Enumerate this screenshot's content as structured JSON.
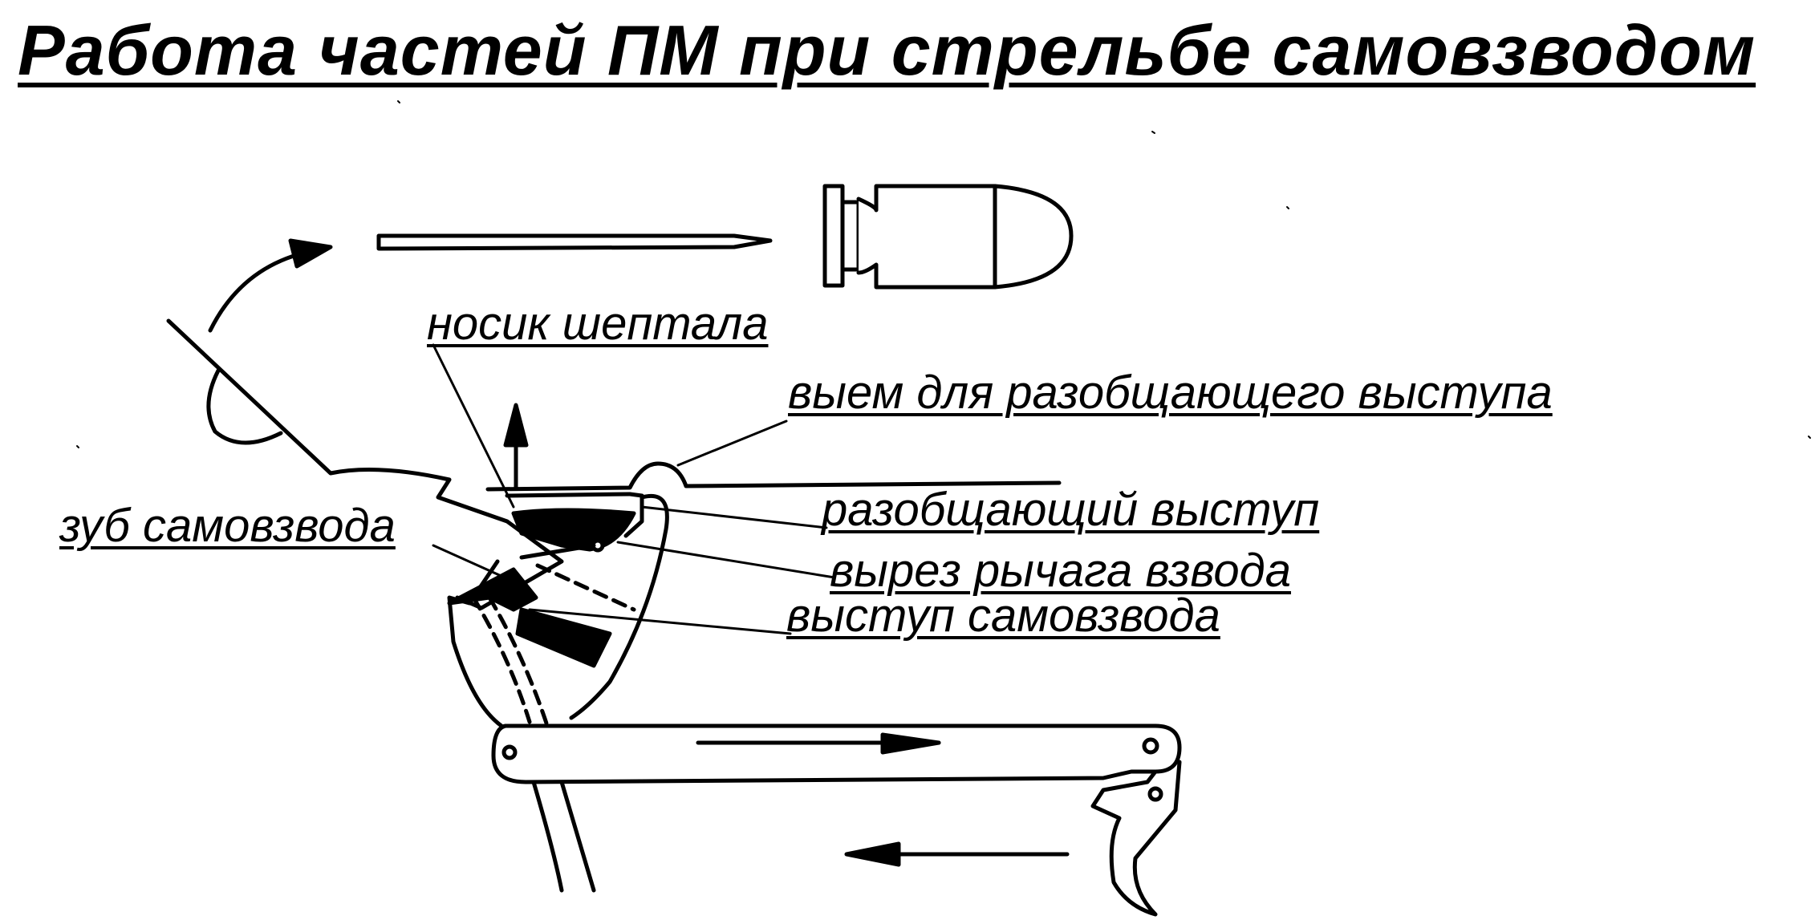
{
  "title": "Работа частей ПМ при стрельбе самовзводом",
  "labels": {
    "sear_nose": "носик шептала",
    "recess_disconnector": "выем для разобщающего выступа",
    "disconnector_lug": "разобщающий выступ",
    "cocking_lever_cutout": "вырез рычага взвода",
    "self_cocking_tooth": "зуб самовзвода",
    "self_cocking_lug": "выступ самовзвода"
  },
  "colors": {
    "ink": "#000000",
    "paper": "#ffffff"
  }
}
